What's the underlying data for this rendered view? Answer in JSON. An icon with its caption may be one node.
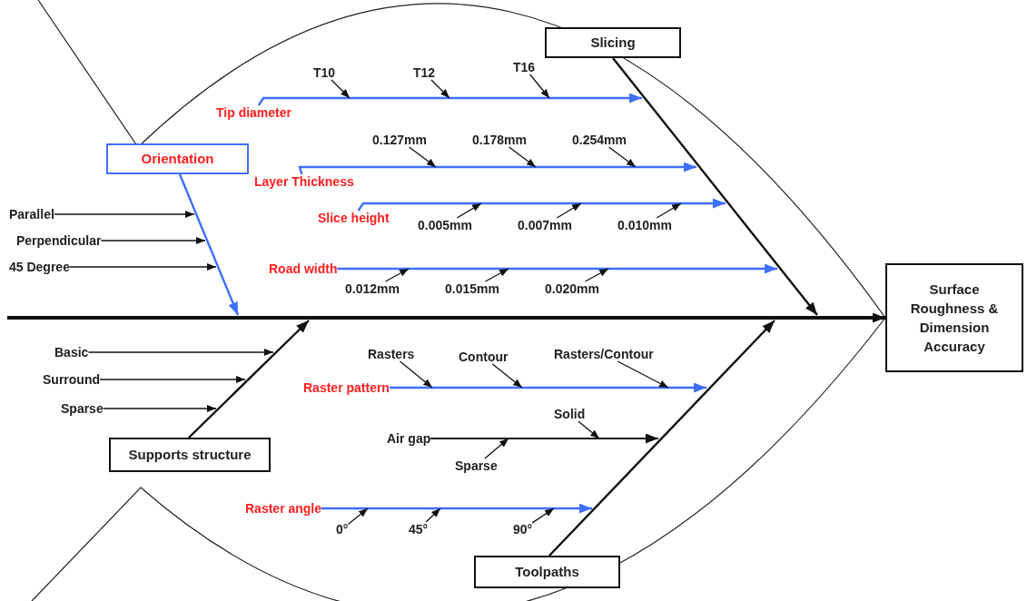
{
  "diagram": {
    "nodes": [
      {
        "text": [
          "Slicing"
        ]
      },
      {
        "text": [
          "T10"
        ]
      },
      {
        "text": [
          "T12"
        ]
      },
      {
        "text": [
          "T16"
        ]
      },
      {
        "text": [
          "Tip diameter"
        ]
      },
      {
        "text": [
          "0.127mm"
        ]
      },
      {
        "text": [
          "0.178mm"
        ]
      },
      {
        "text": [
          "0.254mm"
        ]
      },
      {
        "text": [
          "Orientation"
        ]
      },
      {
        "text": [
          "Layer Thickness"
        ]
      },
      {
        "text": [
          "Slice height"
        ]
      },
      {
        "text": [
          "0.005mm"
        ]
      },
      {
        "text": [
          "0.007mm"
        ]
      },
      {
        "text": [
          "0.010mm"
        ]
      },
      {
        "text": [
          "Parallel"
        ]
      },
      {
        "text": [
          "Perpendicular"
        ]
      },
      {
        "text": [
          "45 Degree"
        ]
      },
      {
        "text": [
          "Road width"
        ]
      },
      {
        "text": [
          "0.012mm"
        ]
      },
      {
        "text": [
          "0.015mm"
        ]
      },
      {
        "text": [
          "0.020mm"
        ]
      },
      {
        "text": [
          "Surface Roughness & Dimension Accuracy"
        ]
      },
      {
        "text": [
          "Basic"
        ]
      },
      {
        "text": [
          "Surround"
        ]
      },
      {
        "text": [
          "Sparse"
        ]
      },
      {
        "text": [
          "Rasters"
        ]
      },
      {
        "text": [
          "Contour"
        ]
      },
      {
        "text": [
          "Rasters/Contour"
        ]
      },
      {
        "text": [
          "Raster pattern"
        ]
      },
      {
        "text": [
          "Solid"
        ]
      },
      {
        "text": [
          "Air gap"
        ]
      },
      {
        "text": [
          "Sparse"
        ]
      },
      {
        "text": [
          "Raster angle"
        ]
      },
      {
        "text": [
          "0°"
        ]
      },
      {
        "text": [
          "45°"
        ]
      },
      {
        "text": [
          "90°"
        ]
      },
      {
        "text": [
          "Supports structure"
        ]
      },
      {
        "text": [
          "Toolpaths"
        ]
      }
    ],
    "edges": [
      {
        "from": null,
        "to": 21,
        "arrow": "to",
        "style": "thick"
      },
      {
        "from": 0,
        "to": null,
        "arrow": "to"
      },
      {
        "from": 8,
        "to": null,
        "arrow": "to",
        "color": "#3f6fff"
      },
      {
        "from": 36,
        "to": null,
        "arrow": "to"
      },
      {
        "from": 37,
        "to": null,
        "arrow": "to"
      },
      {
        "from": 4,
        "to": null,
        "arrow": "to",
        "color": "#3f6fff"
      },
      {
        "from": 9,
        "to": null,
        "arrow": "to",
        "color": "#3f6fff"
      },
      {
        "from": 10,
        "to": null,
        "arrow": "to",
        "color": "#3f6fff"
      },
      {
        "from": 17,
        "to": null,
        "arrow": "to",
        "color": "#3f6fff"
      },
      {
        "from": 28,
        "to": null,
        "arrow": "to",
        "color": "#3f6fff"
      },
      {
        "from": 32,
        "to": null,
        "arrow": "to",
        "color": "#3f6fff"
      },
      {
        "from": 30,
        "to": null,
        "arrow": "to"
      },
      {
        "from": 1,
        "to": null,
        "arrow": "to"
      },
      {
        "from": 2,
        "to": null,
        "arrow": "to"
      },
      {
        "from": 3,
        "to": null,
        "arrow": "to"
      },
      {
        "from": 5,
        "to": null,
        "arrow": "to"
      },
      {
        "from": 6,
        "to": null,
        "arrow": "to"
      },
      {
        "from": 7,
        "to": null,
        "arrow": "to"
      },
      {
        "from": 11,
        "to": null,
        "arrow": "to"
      },
      {
        "from": 12,
        "to": null,
        "arrow": "to"
      },
      {
        "from": 13,
        "to": null,
        "arrow": "to"
      },
      {
        "from": 18,
        "to": null,
        "arrow": "to"
      },
      {
        "from": 19,
        "to": null,
        "arrow": "to"
      },
      {
        "from": 20,
        "to": null,
        "arrow": "to"
      },
      {
        "from": 14,
        "to": null,
        "arrow": "to"
      },
      {
        "from": 15,
        "to": null,
        "arrow": "to"
      },
      {
        "from": 16,
        "to": null,
        "arrow": "to"
      },
      {
        "from": 22,
        "to": null,
        "arrow": "to"
      },
      {
        "from": 23,
        "to": null,
        "arrow": "to"
      },
      {
        "from": 24,
        "to": null,
        "arrow": "to"
      },
      {
        "from": 25,
        "to": null,
        "arrow": "to"
      },
      {
        "from": 26,
        "to": null,
        "arrow": "to"
      },
      {
        "from": 27,
        "to": null,
        "arrow": "to"
      },
      {
        "from": 29,
        "to": null,
        "arrow": "to"
      },
      {
        "from": 31,
        "to": null,
        "arrow": "to"
      },
      {
        "from": 33,
        "to": null,
        "arrow": "to"
      },
      {
        "from": 34,
        "to": null,
        "arrow": "to"
      },
      {
        "from": 35,
        "to": null,
        "arrow": "to"
      }
    ]
  }
}
